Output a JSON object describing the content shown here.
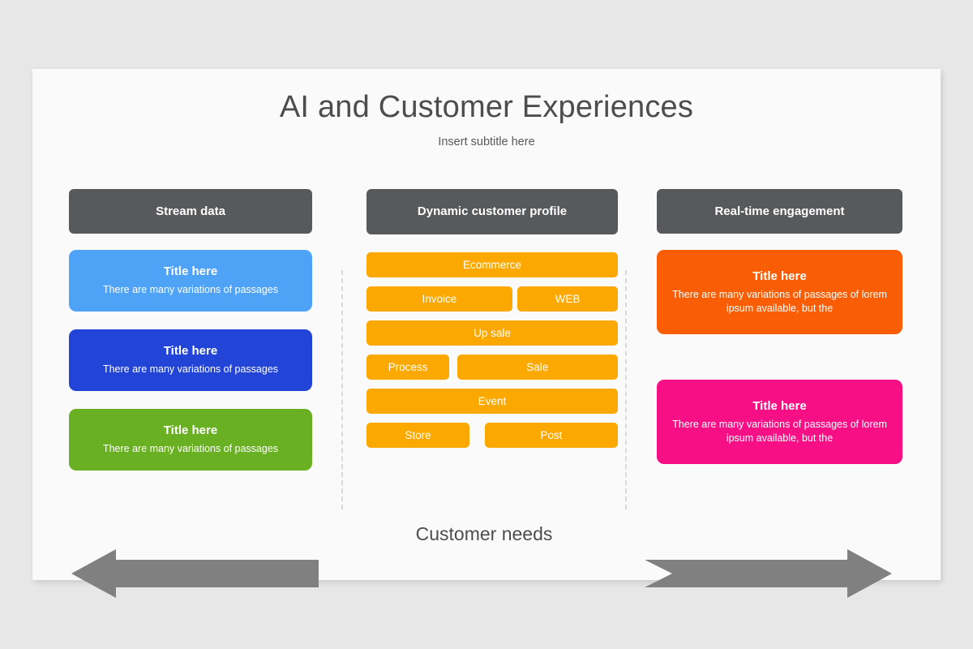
{
  "slide": {
    "title": "AI and Customer Experiences",
    "subtitle": "Insert subtitle here",
    "bottom_label": "Customer needs",
    "canvas_color": "#fafafa",
    "background_color": "#e8e7e8",
    "header_color": "#58595b",
    "arrow_color": "#808080"
  },
  "columns": {
    "left": {
      "header": "Stream data",
      "cards": [
        {
          "title": "Title here",
          "body": "There are many variations of passages",
          "color": "#4fa3f7"
        },
        {
          "title": "Title here",
          "body": "There are many variations of passages",
          "color": "#2245d8"
        },
        {
          "title": "Title here",
          "body": "There are many variations of passages",
          "color": "#69b023"
        }
      ]
    },
    "middle": {
      "header": "Dynamic customer profile",
      "tag_color": "#fba900",
      "rows": [
        [
          {
            "label": "Ecommerce",
            "width": 100,
            "offset": 0
          }
        ],
        [
          {
            "label": "Invoice",
            "width": 58,
            "offset": 0
          },
          {
            "label": "WEB",
            "width": 40,
            "offset": 2
          }
        ],
        [
          {
            "label": "Up sale",
            "width": 100,
            "offset": 0
          }
        ],
        [
          {
            "label": "Process",
            "width": 33,
            "offset": 0
          },
          {
            "label": "Sale",
            "width": 64,
            "offset": 3
          }
        ],
        [
          {
            "label": "Event",
            "width": 100,
            "offset": 0
          }
        ],
        [
          {
            "label": "Store",
            "width": 41,
            "offset": 0
          },
          {
            "label": "Post",
            "width": 53,
            "offset": 6
          }
        ]
      ]
    },
    "right": {
      "header": "Real-time engagement",
      "cards": [
        {
          "title": "Title here",
          "body": "There are many variations of passages of lorem ipsum available, but the",
          "color": "#f95e06"
        },
        {
          "title": "Title here",
          "body": "There are many variations of passages of lorem ipsum available, but the",
          "color": "#f70f85"
        }
      ]
    }
  },
  "arrows": {
    "left": {
      "direction": "left",
      "icon": "arrow-left-icon"
    },
    "right": {
      "direction": "right",
      "icon": "arrow-right-icon"
    }
  }
}
